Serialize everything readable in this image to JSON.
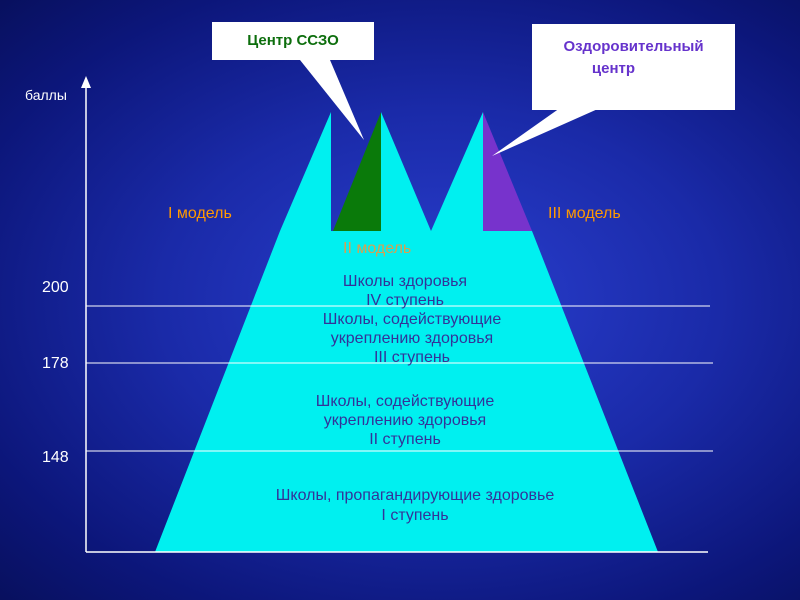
{
  "axis": {
    "y_label": "баллы",
    "ticks": [
      "200",
      "178",
      "148"
    ]
  },
  "callouts": {
    "ssco": "Центр ССЗО",
    "ozd_line1": "Оздоровительный",
    "ozd_line2": "центр"
  },
  "models": {
    "model1": "I модель",
    "model2": "II модель",
    "model3": "III модель"
  },
  "levels": {
    "level4_line1": "Школы здоровья",
    "level4_line2": "IV ступень",
    "level3_line1": "Школы, содействующие",
    "level3_line2": "укреплению здоровья",
    "level3_line3": "III ступень",
    "level2_line1": "Школы, содействующие",
    "level2_line2": "укреплению здоровья",
    "level2_line3": "II ступень",
    "level1_line1": "Школы, пропагандирующие здоровье",
    "level1_line2": "I ступень"
  },
  "colors": {
    "cyan": "#00ffff",
    "green": "#0a7a0a",
    "purple": "#7733cc",
    "model_label": "#ff9900",
    "model2_label": "#d8a050"
  }
}
